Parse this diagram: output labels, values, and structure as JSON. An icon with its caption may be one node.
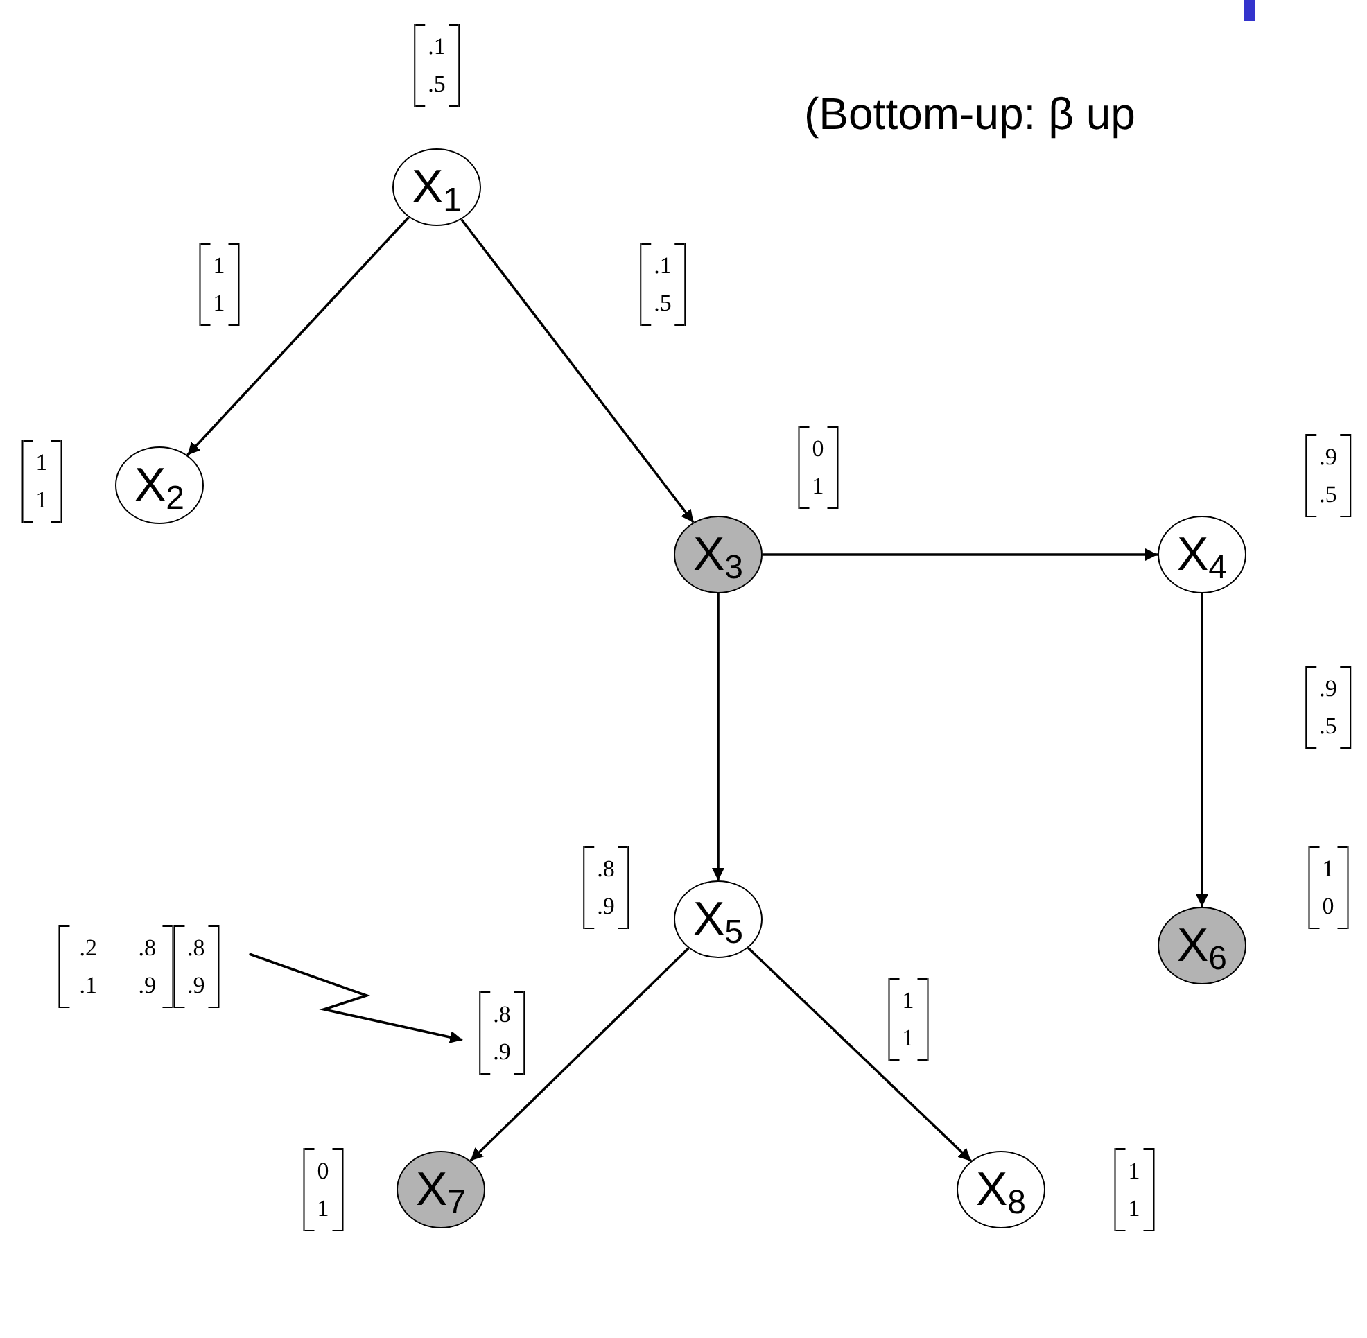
{
  "diagram": {
    "title": "(Bottom-up: β up",
    "nodes": [
      {
        "text": [
          "X$_{1}$"
        ]
      },
      {
        "text": [
          "X$_{2}$"
        ]
      },
      {
        "text": [
          "X$_{3}$"
        ]
      },
      {
        "text": [
          "X$_{4}$"
        ]
      },
      {
        "text": [
          "X$_{5}$"
        ]
      },
      {
        "text": [
          "X$_{6}$"
        ]
      },
      {
        "text": [
          "X$_{7}$"
        ]
      },
      {
        "text": [
          "X$_{8}$"
        ]
      },
      {
        "text": [
          ".2 .8 .1 .9",
          ".8 .9"
        ]
      },
      {
        "text": [
          ".8 .9"
        ]
      },
      {
        "text": [
          ".1 .5"
        ]
      },
      {
        "text": [
          "1 1"
        ]
      },
      {
        "text": [
          "0 1"
        ]
      },
      {
        "text": [
          ".9 .5"
        ]
      },
      {
        "text": [
          ".8 .9"
        ]
      },
      {
        "text": [
          "1 0"
        ]
      },
      {
        "text": [
          "0 1"
        ]
      },
      {
        "text": [
          "1 1"
        ]
      },
      {
        "text": [
          "1 1"
        ]
      },
      {
        "text": [
          ".1 .5"
        ]
      },
      {
        "text": [
          ".9 .5"
        ]
      },
      {
        "text": [
          "1 1"
        ]
      }
    ],
    "edges": [
      {
        "from": 0,
        "to": 1,
        "arrow": "to"
      },
      {
        "from": 0,
        "to": 2,
        "arrow": "to"
      },
      {
        "from": 2,
        "to": 3,
        "arrow": "to"
      },
      {
        "from": 2,
        "to": 4,
        "arrow": "to"
      },
      {
        "from": 3,
        "to": 5,
        "arrow": "to"
      },
      {
        "from": 4,
        "to": 6,
        "arrow": "to"
      },
      {
        "from": 4,
        "to": 7,
        "arrow": "to"
      },
      {
        "from": 8,
        "to": 9,
        "arrow": "to"
      }
    ]
  }
}
